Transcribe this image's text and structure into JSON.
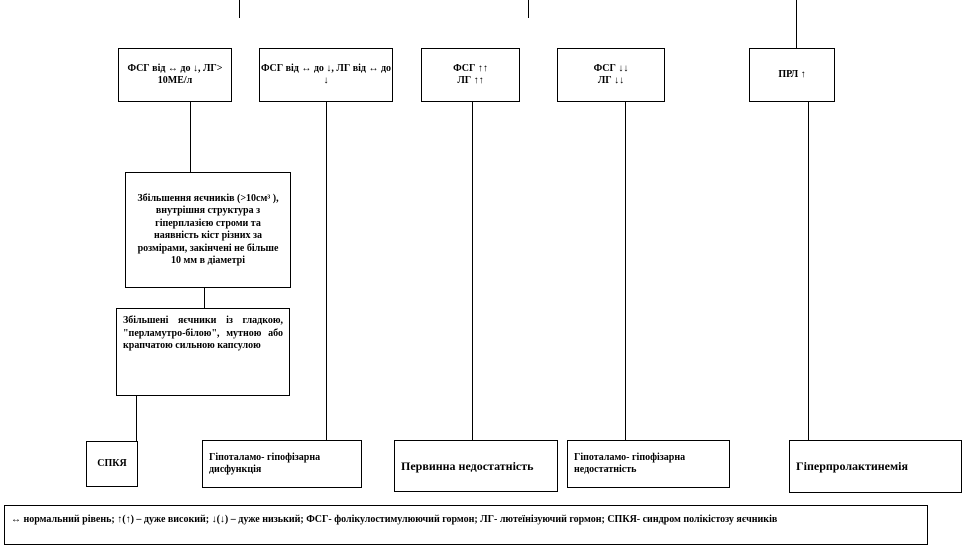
{
  "boxes": {
    "fsg_norm_down_lg_high": "ФСГ від ↔ до ↓, ЛГ> 10МЕ/л",
    "fsg_lg_norm_down": "ФСГ від ↔ до ↓, ЛГ від ↔ до ↓",
    "fsg_lg_up": "ФСГ ↑↑\nЛГ ↑↑",
    "fsg_lg_down": "ФСГ ↓↓\nЛГ ↓↓",
    "prl_up": "ПРЛ ↑",
    "ovary_enlarged_hyperechoic": "Збільшення яєчників (>10см³ ), внутрішня структура з гіперплазією строми та наявність кіст різних за розмірами, закінчені не більше 10 мм в діаметрі",
    "ovary_enlarged_capsule": "Збільшені яєчники із гладкою, \"перламутро-білою\", мутною або крапчатою сильною капсулою",
    "spkya": "СПКЯ",
    "hypothalamic_dysfunction": "Гіпоталамо- гіпофізарна дисфункція",
    "primary_insufficiency": "Первинна недостатність",
    "hypothalamic_insufficiency": "Гіпоталамо- гіпофізарна недостатність",
    "hyperprolactinemia": "Гіперпролактинемія"
  },
  "legend": "↔ нормальний рівень; ↑(↑) – дуже високий; ↓(↓) – дуже низький; ФСГ- фолікулостимулюючий гормон; ЛГ- лютеїнізуючий гормон; СПКЯ- синдром полікістозу яєчників"
}
